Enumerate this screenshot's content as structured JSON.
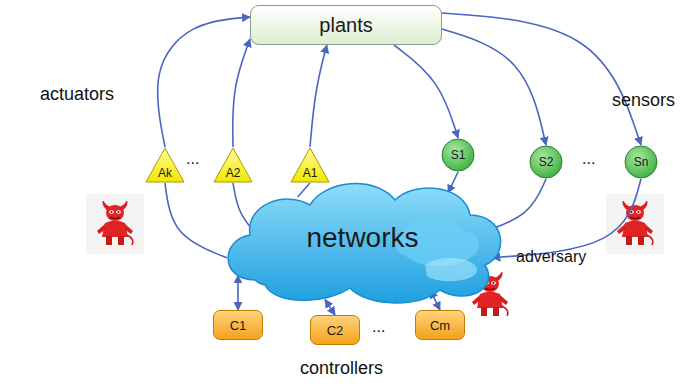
{
  "diagram": {
    "nodes": [
      {
        "text": [
          "plants"
        ]
      },
      {
        "text": [
          "Ak"
        ]
      },
      {
        "text": [
          "A2"
        ]
      },
      {
        "text": [
          "A1"
        ]
      },
      {
        "text": [
          "S1"
        ]
      },
      {
        "text": [
          "S2"
        ]
      },
      {
        "text": [
          "Sn"
        ]
      },
      {
        "text": [
          "networks"
        ]
      },
      {
        "text": [
          "C1"
        ]
      },
      {
        "text": [
          "C2"
        ]
      },
      {
        "text": [
          "Cm"
        ]
      }
    ],
    "edges": [
      {
        "from": 7,
        "to": 1,
        "arrow": "none"
      },
      {
        "from": 7,
        "to": 2,
        "arrow": "none"
      },
      {
        "from": 7,
        "to": 3,
        "arrow": "none"
      },
      {
        "from": 1,
        "to": 0,
        "arrow": "to"
      },
      {
        "from": 2,
        "to": 0,
        "arrow": "to"
      },
      {
        "from": 3,
        "to": 0,
        "arrow": "to"
      },
      {
        "from": 0,
        "to": 4,
        "arrow": "to"
      },
      {
        "from": 0,
        "to": 5,
        "arrow": "to"
      },
      {
        "from": 0,
        "to": 6,
        "arrow": "to"
      },
      {
        "from": 4,
        "to": 7,
        "arrow": "to"
      },
      {
        "from": 5,
        "to": 7,
        "arrow": "to"
      },
      {
        "from": 6,
        "to": 7,
        "arrow": "to"
      },
      {
        "from": 8,
        "to": 7,
        "arrow": "both"
      },
      {
        "from": 9,
        "to": 7,
        "arrow": "both"
      },
      {
        "from": 10,
        "to": 7,
        "arrow": "both"
      }
    ],
    "labels": [
      "actuators",
      "sensors",
      "...",
      "...",
      "adversary",
      "...",
      "controllers"
    ]
  }
}
